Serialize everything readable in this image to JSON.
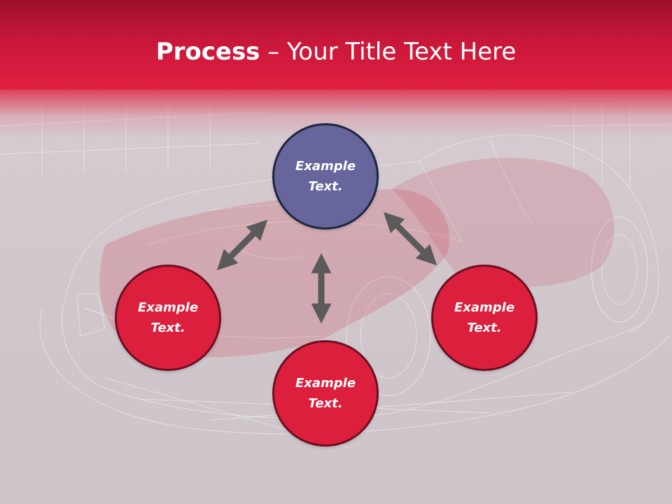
{
  "slide": {
    "title_bold": "Process",
    "title_rest": " – Your Title Text Here"
  },
  "nodes": [
    {
      "id": "top",
      "text": "Example Text."
    },
    {
      "id": "left",
      "text": "Example Text."
    },
    {
      "id": "right",
      "text": "Example Text."
    },
    {
      "id": "bottom",
      "text": "Example Text."
    }
  ],
  "colors": {
    "header": "#dc1f3c",
    "node_red": "#dc1f3c",
    "node_blue": "#66669c",
    "arrow": "#5a5a5a",
    "background": "#d0c7cc"
  }
}
